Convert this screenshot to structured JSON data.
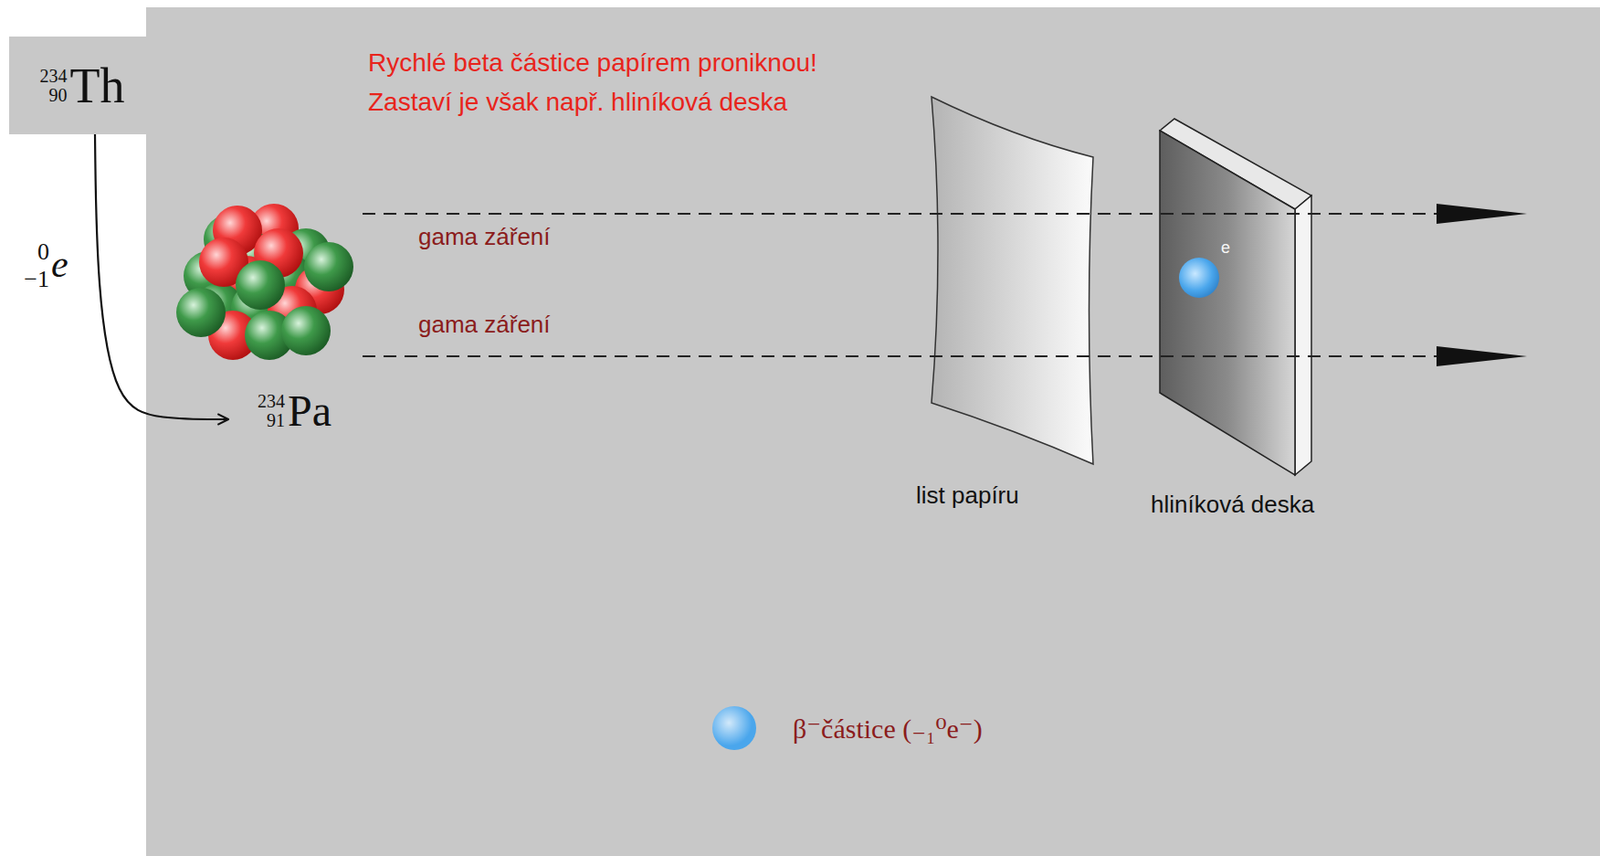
{
  "diagram": {
    "nodes": [
      {
        "text": [
          "234",
          "90",
          "Th"
        ]
      },
      {
        "text": [
          "234",
          "91",
          "Pa"
        ]
      }
    ],
    "edges": [
      {
        "from": 0,
        "to": 1,
        "arrow": "to"
      }
    ],
    "labels": [
      "0",
      "−1",
      "e",
      "Rychlé beta částice papírem proniknou!",
      "Zastaví je však např. hliníková deska",
      "gama záření",
      "gama záření",
      "e",
      "list papíru",
      "hliníková deska"
    ],
    "legend": [
      {
        "text": "β⁻částice (₋₁⁰e⁻)",
        "color": "#4aa6ec"
      }
    ]
  }
}
